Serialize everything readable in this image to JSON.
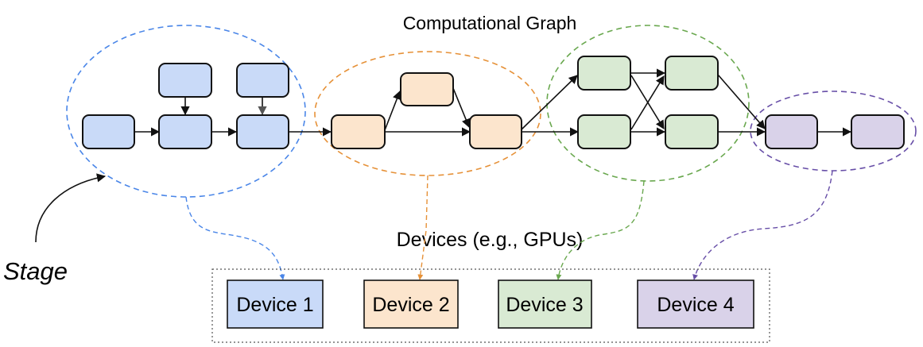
{
  "title": "Computational Graph",
  "devices_label": "Devices (e.g., GPUs)",
  "stage_label": "Stage",
  "colors": {
    "stage1": {
      "fill": "#c9daf8",
      "stroke": "#4a86e8"
    },
    "stage2": {
      "fill": "#fce5cd",
      "stroke": "#e69138"
    },
    "stage3": {
      "fill": "#d9ead3",
      "stroke": "#6aa84f"
    },
    "stage4": {
      "fill": "#d9d2e9",
      "stroke": "#674ea7"
    }
  },
  "stages": [
    {
      "id": "stage1",
      "node_count": 5,
      "device": "Device 1"
    },
    {
      "id": "stage2",
      "node_count": 3,
      "device": "Device 2"
    },
    {
      "id": "stage3",
      "node_count": 4,
      "device": "Device 3"
    },
    {
      "id": "stage4",
      "node_count": 2,
      "device": "Device 4"
    }
  ],
  "devices": [
    {
      "label": "Device 1",
      "stage": "stage1"
    },
    {
      "label": "Device 2",
      "stage": "stage2"
    },
    {
      "label": "Device 3",
      "stage": "stage3"
    },
    {
      "label": "Device 4",
      "stage": "stage4"
    }
  ]
}
